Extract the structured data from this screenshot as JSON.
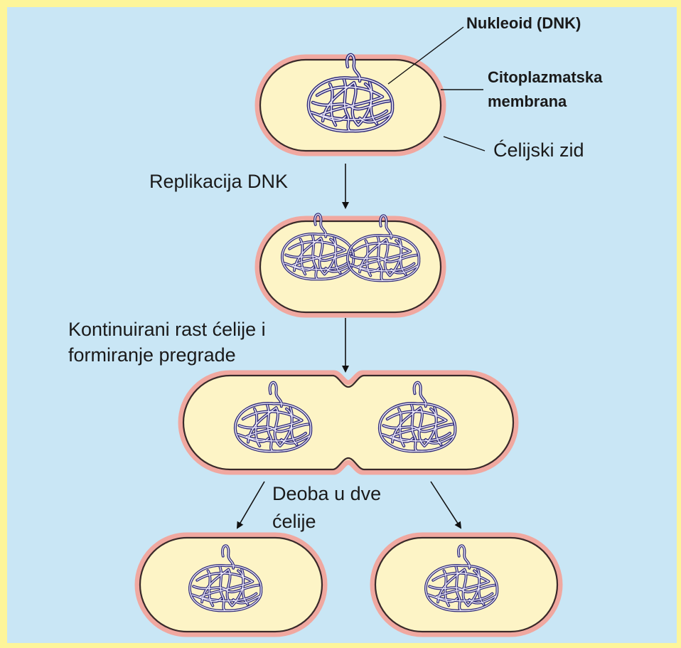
{
  "labels": {
    "nucleoid": "Nukleoid (DNK)",
    "membrane_line1": "Citoplazmatska",
    "membrane_line2": "membrana",
    "cell_wall": "Ćelijski zid",
    "replication": "Replikacija DNK",
    "growth_line1": "Kontinuirani rast ćelije i",
    "growth_line2": "formiranje pregrade",
    "division_line1": "Deoba u dve",
    "division_line2": "ćelije"
  },
  "colors": {
    "outer_background": "#fdf59a",
    "panel_background": "#c9e6f5",
    "cytoplasm": "#fdf4c6",
    "cell_wall": "#f0a8a0",
    "membrane": "#3a2a2a",
    "dna": "#2e2a78"
  },
  "icons": {
    "nucleoid": "tangled-dna-loop"
  }
}
